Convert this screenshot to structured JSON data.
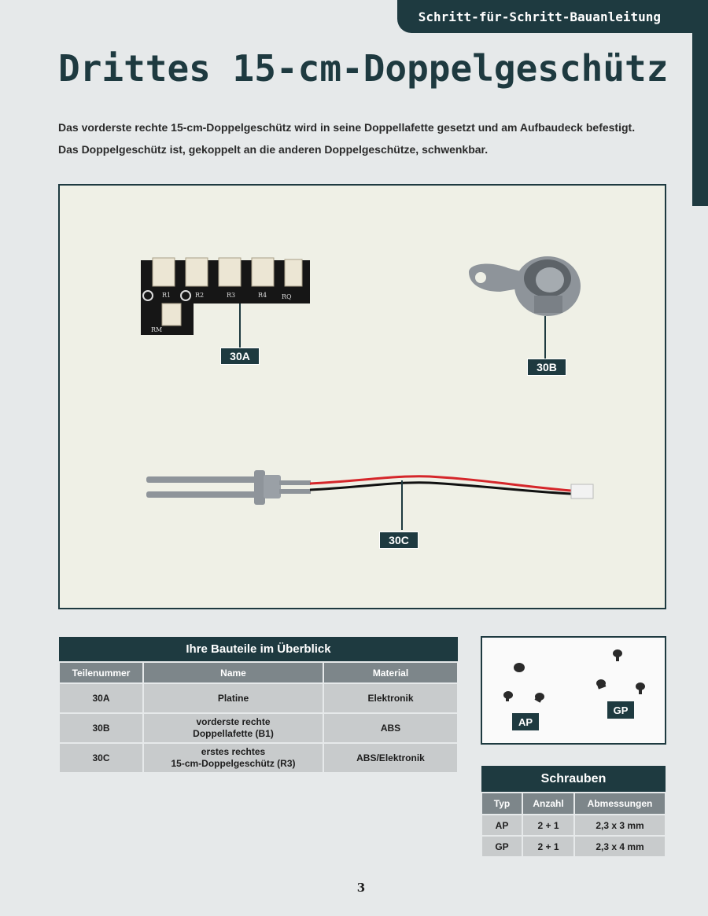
{
  "header": {
    "section_label": "Schritt-für-Schritt-Bauanleitung"
  },
  "title": "Drittes 15-cm-Doppelgeschütz",
  "intro": {
    "line1": "Das vorderste rechte 15-cm-Doppelgeschütz wird in seine Doppellafette gesetzt und am Aufbaudeck befestigt.",
    "line2": "Das Doppelgeschütz ist, gekoppelt an die anderen Doppelgeschütze, schwenkbar."
  },
  "photo": {
    "labels": [
      "30A",
      "30B",
      "30C"
    ],
    "pcb_markings": [
      "R1",
      "R2",
      "R3",
      "R4",
      "RQ",
      "RM"
    ]
  },
  "parts_table": {
    "caption": "Ihre Bauteile im Überblick",
    "headers": [
      "Teilenummer",
      "Name",
      "Material"
    ],
    "rows": [
      {
        "number": "30A",
        "name_line1": "Platine",
        "name_line2": "",
        "material": "Elektronik"
      },
      {
        "number": "30B",
        "name_line1": "vorderste rechte",
        "name_line2": "Doppellafette (B1)",
        "material": "ABS"
      },
      {
        "number": "30C",
        "name_line1": "erstes rechtes",
        "name_line2": "15-cm-Doppelgeschütz (R3)",
        "material": "ABS/Elektronik"
      }
    ]
  },
  "screws_image": {
    "labels": [
      "AP",
      "GP"
    ]
  },
  "screws_table": {
    "caption": "Schrauben",
    "headers": [
      "Typ",
      "Anzahl",
      "Abmessungen"
    ],
    "rows": [
      {
        "type": "AP",
        "count": "2 + 1",
        "size": "2,3 x 3 mm"
      },
      {
        "type": "GP",
        "count": "2 + 1",
        "size": "2,3 x 4 mm"
      }
    ]
  },
  "page_number": "3",
  "colors": {
    "accent": "#1e3a40",
    "header_gray": "#7d868a",
    "cell_gray": "#c8cbcc"
  }
}
